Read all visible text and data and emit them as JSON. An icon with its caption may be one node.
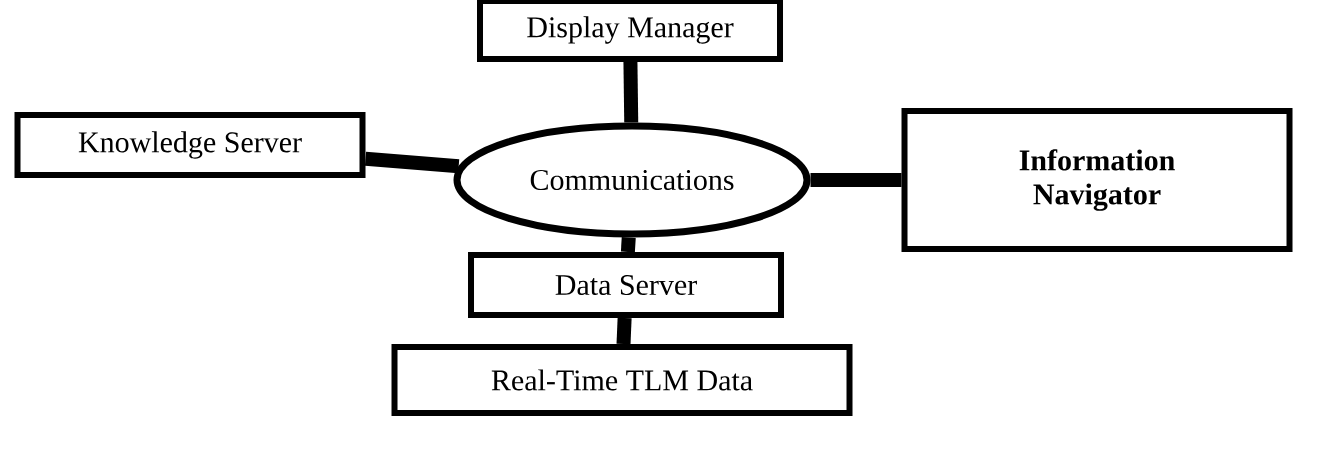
{
  "diagram": {
    "nodes": [
      {
        "text": [
          "Communications"
        ]
      },
      {
        "text": [
          "Display Manager"
        ]
      },
      {
        "text": [
          "Knowledge Server"
        ]
      },
      {
        "text": [
          "Information Navigator"
        ]
      },
      {
        "text": [
          "Data Server"
        ]
      },
      {
        "text": [
          "Real-Time TLM Data"
        ]
      }
    ],
    "edges": [
      {
        "from": 1,
        "to": 0,
        "arrow": "none"
      },
      {
        "from": 2,
        "to": 0,
        "arrow": "none"
      },
      {
        "from": 0,
        "to": 3,
        "arrow": "none"
      },
      {
        "from": 0,
        "to": 4,
        "arrow": "none"
      },
      {
        "from": 4,
        "to": 5,
        "arrow": "none"
      }
    ]
  }
}
